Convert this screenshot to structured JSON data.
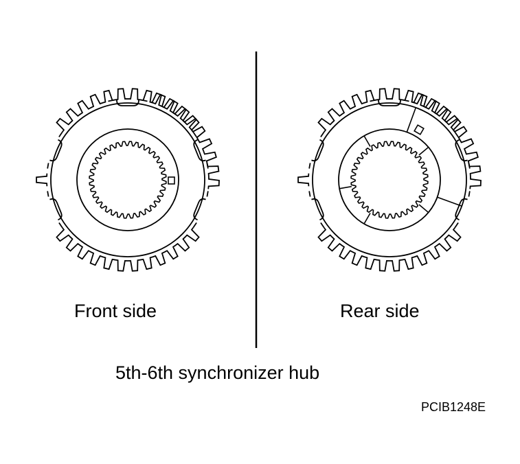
{
  "labels": {
    "front": "Front side",
    "rear": "Rear side",
    "title": "5th-6th synchronizer hub",
    "code": "PCIB1248E"
  },
  "figure": {
    "views": [
      "front",
      "rear"
    ],
    "line_color": "#000000",
    "background": "#ffffff"
  }
}
